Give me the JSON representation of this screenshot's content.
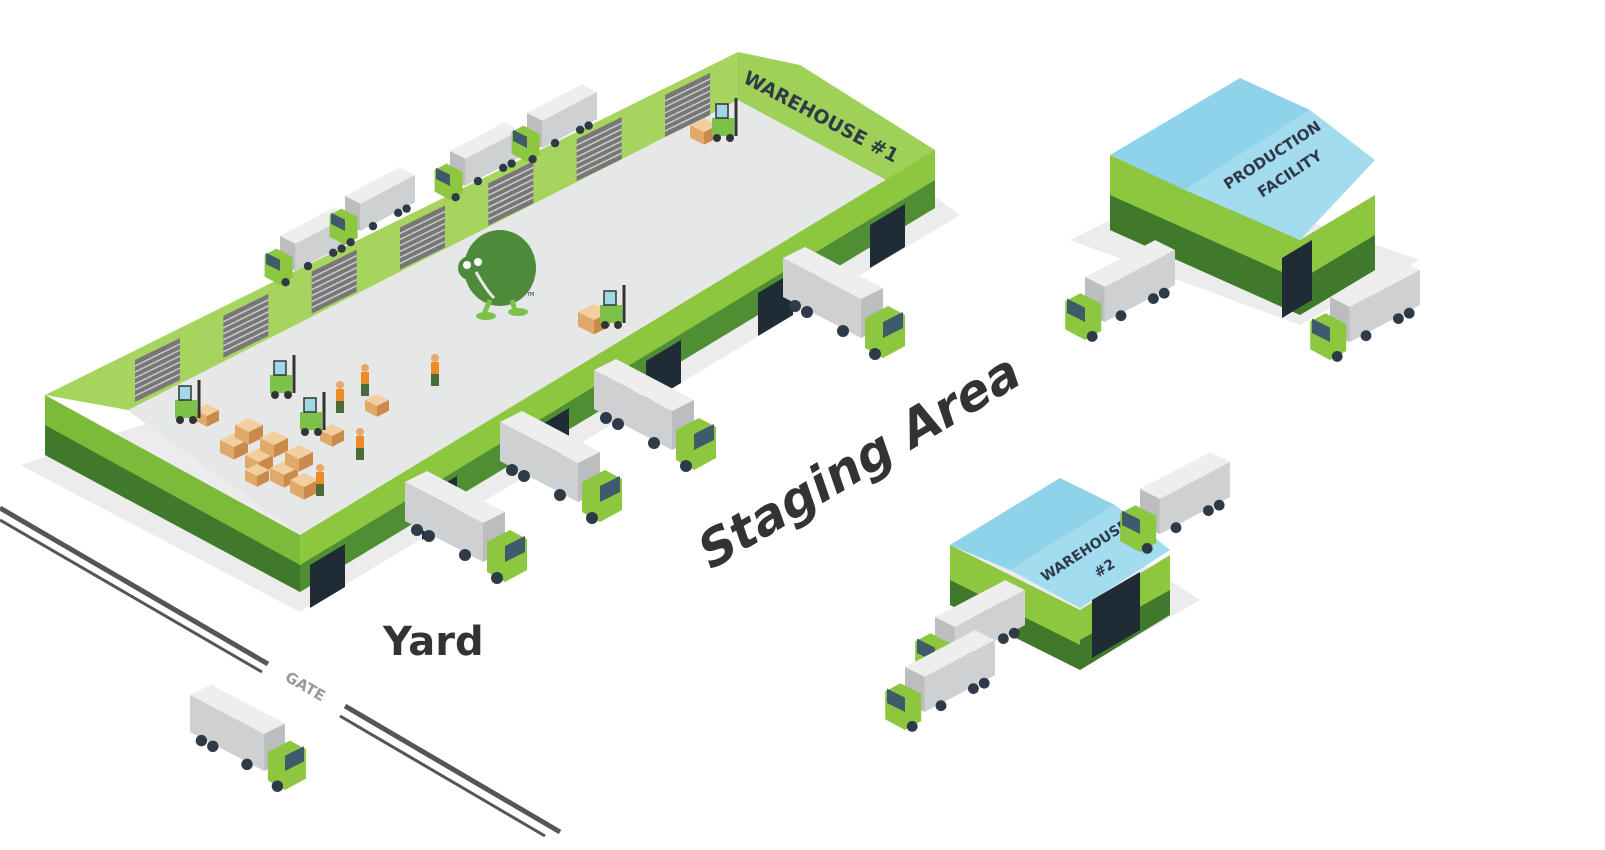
{
  "labels": {
    "warehouse1": "WAREHOUSE #1",
    "production_line1": "PRODUCTION",
    "production_line2": "FACILITY",
    "warehouse2_line1": "WAREHOUSE",
    "warehouse2_line2": "#2",
    "staging_area": "Staging Area",
    "yard": "Yard",
    "gate": "GATE",
    "trademark": "TM"
  },
  "colors": {
    "green_light": "#8dc63f",
    "green_mid": "#6fb037",
    "green_dark": "#3f7a2c",
    "floor": "#e6e8e7",
    "roof_blue": "#8ed3ea",
    "trailer": "#d9dadb",
    "road": "#555555",
    "kiwi": "#4d8a3a"
  },
  "icons": [
    "kiwi-logo-icon",
    "truck-icon",
    "forklift-icon",
    "pallet-box-icon",
    "worker-icon"
  ]
}
